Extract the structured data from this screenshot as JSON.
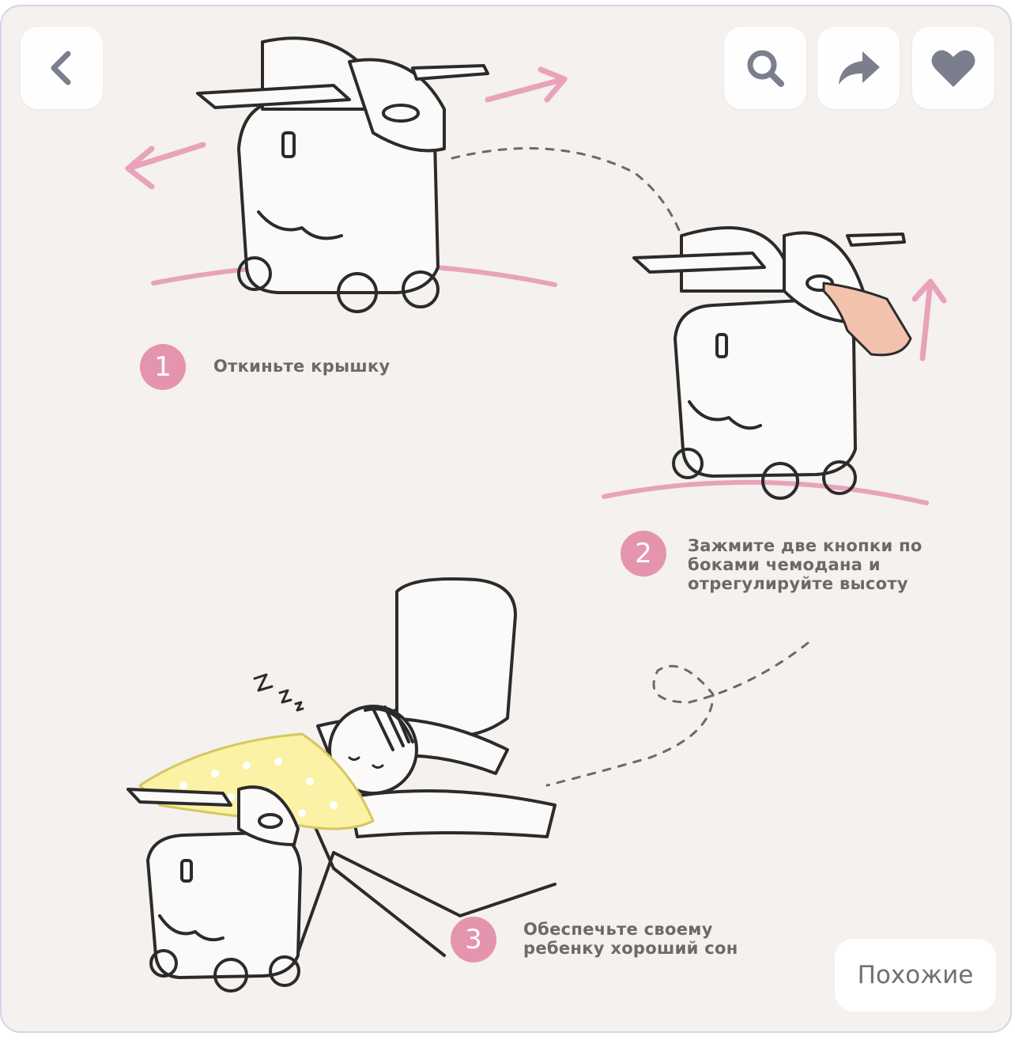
{
  "toolbar": {
    "back_icon": "chevron-left-icon",
    "search_icon": "search-icon",
    "share_icon": "share-arrow-icon",
    "like_icon": "heart-icon"
  },
  "steps": [
    {
      "number": "1",
      "text": "Откиньте крышку"
    },
    {
      "number": "2",
      "text": "Зажмите две кнопки по боками чемодана и отрегулируйте высоту"
    },
    {
      "number": "3",
      "text": "Обеспечьте своему ребенку хороший сон"
    }
  ],
  "similar_button": {
    "label": "Похожие"
  },
  "colors": {
    "accent_pink": "#e594ad",
    "icon_gray": "#7b7e8c",
    "background": "#f4f1ee"
  }
}
